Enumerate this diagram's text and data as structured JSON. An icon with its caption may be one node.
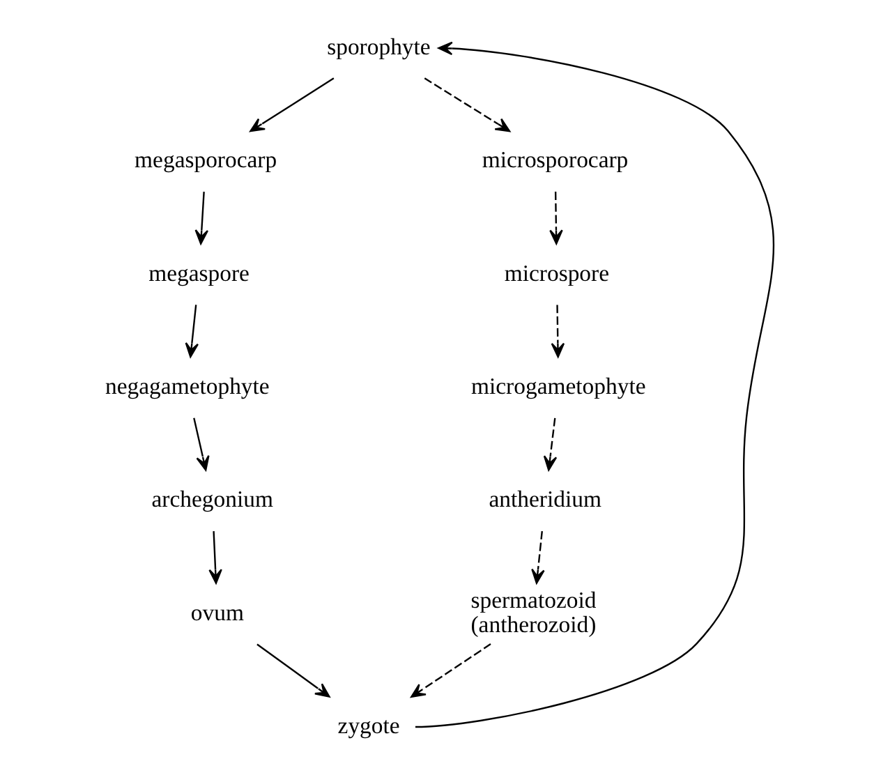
{
  "diagram": {
    "nodes": [
      {
        "text": [
          "sporophyte"
        ]
      },
      {
        "text": [
          "megasporocarp"
        ]
      },
      {
        "text": [
          "microsporocarp"
        ]
      },
      {
        "text": [
          "megaspore"
        ]
      },
      {
        "text": [
          "microspore"
        ]
      },
      {
        "text": [
          "negagametophyte"
        ]
      },
      {
        "text": [
          "microgametophyte"
        ]
      },
      {
        "text": [
          "archegonium"
        ]
      },
      {
        "text": [
          "antheridium"
        ]
      },
      {
        "text": [
          "ovum"
        ]
      },
      {
        "text": [
          "spermatozoid",
          "(antherozoid)"
        ]
      },
      {
        "text": [
          "zygote"
        ]
      }
    ],
    "edges": [
      {
        "from": 0,
        "to": 1,
        "arrow": "to"
      },
      {
        "from": 0,
        "to": 2,
        "arrow": "to",
        "style": "dashed"
      },
      {
        "from": 1,
        "to": 3,
        "arrow": "to"
      },
      {
        "from": 3,
        "to": 5,
        "arrow": "to"
      },
      {
        "from": 5,
        "to": 7,
        "arrow": "to"
      },
      {
        "from": 7,
        "to": 9,
        "arrow": "to"
      },
      {
        "from": 2,
        "to": 4,
        "arrow": "to",
        "style": "dashed"
      },
      {
        "from": 4,
        "to": 6,
        "arrow": "to",
        "style": "dashed"
      },
      {
        "from": 6,
        "to": 8,
        "arrow": "to",
        "style": "dashed"
      },
      {
        "from": 8,
        "to": 10,
        "arrow": "to",
        "style": "dashed"
      },
      {
        "from": 9,
        "to": 11,
        "arrow": "to"
      },
      {
        "from": 10,
        "to": 11,
        "arrow": "to",
        "style": "dashed"
      },
      {
        "from": 11,
        "to": 0,
        "arrow": "to"
      }
    ]
  }
}
